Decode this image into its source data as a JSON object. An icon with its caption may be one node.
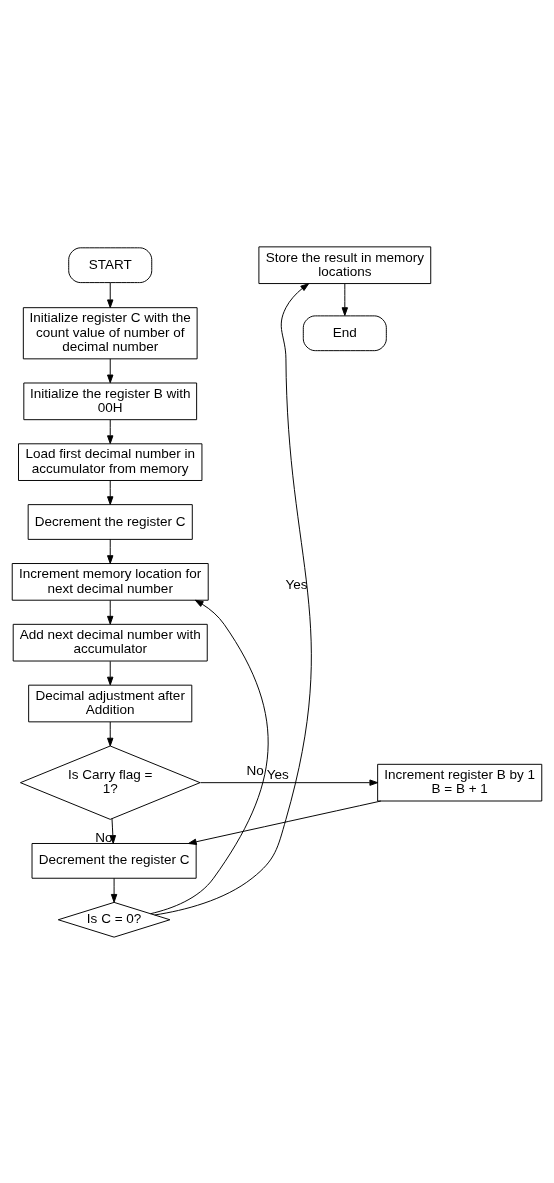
{
  "diagram": {
    "nodes": [
      {
        "text": [
          "START"
        ]
      },
      {
        "text": [
          "Initialize register C with the count value of number of decimal number"
        ]
      },
      {
        "text": [
          "Initialize the register B with 00H"
        ]
      },
      {
        "text": [
          "Load first decimal number in accumulator from memory"
        ]
      },
      {
        "text": [
          "Decrement the register C"
        ]
      },
      {
        "text": [
          "Increment memory location for next decimal number"
        ]
      },
      {
        "text": [
          "Add next decimal number with accumulator"
        ]
      },
      {
        "text": [
          "Decimal adjustment after Addition"
        ]
      },
      {
        "text": [
          "Is Carry flag = 1?"
        ]
      },
      {
        "text": [
          "Increment register B by 1",
          "B = B + 1"
        ]
      },
      {
        "text": [
          "Decrement the register C"
        ]
      },
      {
        "text": [
          "Is C = 0?"
        ]
      },
      {
        "text": [
          "Store the result in memory locations"
        ]
      },
      {
        "text": [
          "End"
        ]
      }
    ],
    "edges": [
      {
        "from": 0,
        "to": 1,
        "arrow": "to"
      },
      {
        "from": 1,
        "to": 2,
        "arrow": "to"
      },
      {
        "from": 2,
        "to": 3,
        "arrow": "to"
      },
      {
        "from": 3,
        "to": 4,
        "arrow": "to"
      },
      {
        "from": 4,
        "to": 5,
        "arrow": "to"
      },
      {
        "from": 5,
        "to": 6,
        "arrow": "to"
      },
      {
        "from": 6,
        "to": 7,
        "arrow": "to"
      },
      {
        "from": 7,
        "to": 8,
        "arrow": "to"
      },
      {
        "from": 8,
        "to": 9,
        "arrow": "to",
        "label": "Yes"
      },
      {
        "from": 8,
        "to": 10,
        "arrow": "to",
        "label": "No"
      },
      {
        "from": 9,
        "to": 10,
        "arrow": "to"
      },
      {
        "from": 10,
        "to": 11,
        "arrow": "to"
      },
      {
        "from": 11,
        "to": 5,
        "arrow": "to",
        "label": "No"
      },
      {
        "from": 11,
        "to": 12,
        "arrow": "to",
        "label": "Yes"
      },
      {
        "from": 12,
        "to": 13,
        "arrow": "to"
      }
    ]
  }
}
